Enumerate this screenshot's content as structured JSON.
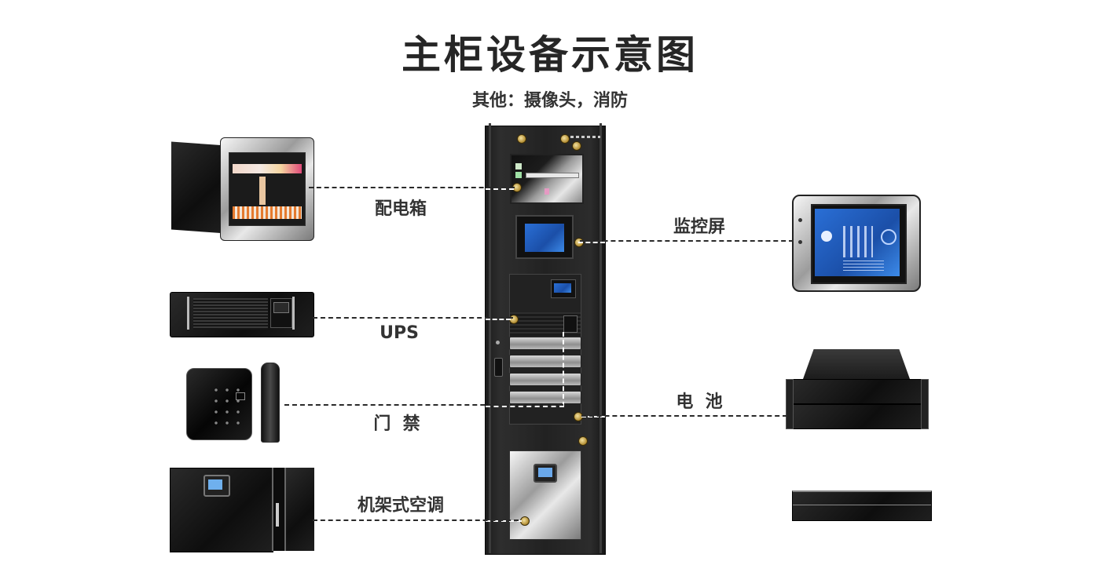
{
  "header": {
    "title": "主柜设备示意图",
    "subtitle": "其他：摄像头，消防"
  },
  "labels": {
    "distribution_box": "配电箱",
    "ups": "UPS",
    "access_control": "门  禁",
    "rack_air_conditioner": "机架式空调",
    "monitor_screen": "监控屏",
    "battery": "电  池"
  },
  "colors": {
    "background": "#ffffff",
    "text": "#2b2b2b",
    "rack": "#1f1f1f",
    "screen_blue": "#1f5fc4",
    "bolt_gold": "#c9a84a"
  }
}
